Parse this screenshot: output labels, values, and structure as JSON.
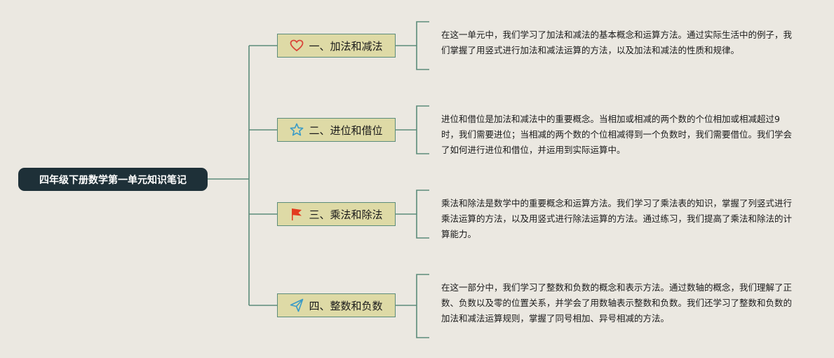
{
  "root": {
    "title": "四年级下册数学第一单元知识笔记"
  },
  "branches": [
    {
      "label": "一、加法和减法",
      "icon": "heart-icon",
      "note": "在这一单元中，我们学习了加法和减法的基本概念和运算方法。通过实际生活中的例子，我们掌握了用竖式进行加法和减法运算的方法，以及加法和减法的性质和规律。"
    },
    {
      "label": "二、进位和借位",
      "icon": "star-icon",
      "note": "进位和借位是加法和减法中的重要概念。当相加或相减的两个数的个位相加或相减超过9时，我们需要进位；当相减的两个数的个位相减得到一个负数时，我们需要借位。我们学会了如何进行进位和借位，并运用到实际运算中。"
    },
    {
      "label": "三、乘法和除法",
      "icon": "flag-icon",
      "note": "乘法和除法是数学中的重要概念和运算方法。我们学习了乘法表的知识，掌握了列竖式进行乘法运算的方法，以及用竖式进行除法运算的方法。通过练习，我们提高了乘法和除法的计算能力。"
    },
    {
      "label": "四、整数和负数",
      "icon": "paper-plane-icon",
      "note": "在这一部分中，我们学习了整数和负数的概念和表示方法。通过数轴的概念，我们理解了正数、负数以及零的位置关系，并学会了用数轴表示整数和负数。我们还学习了整数和负数的加法和减法运算规则，掌握了同号相加、异号相减的方法。"
    }
  ],
  "colors": {
    "background": "#ebe8e1",
    "root_fill": "#1e3038",
    "branch_fill": "#dedaa6",
    "connector": "#5c8c7a",
    "heart": "#d9453a",
    "star": "#3a9bc7",
    "flag": "#e23b1e",
    "plane": "#3a9bc7"
  }
}
